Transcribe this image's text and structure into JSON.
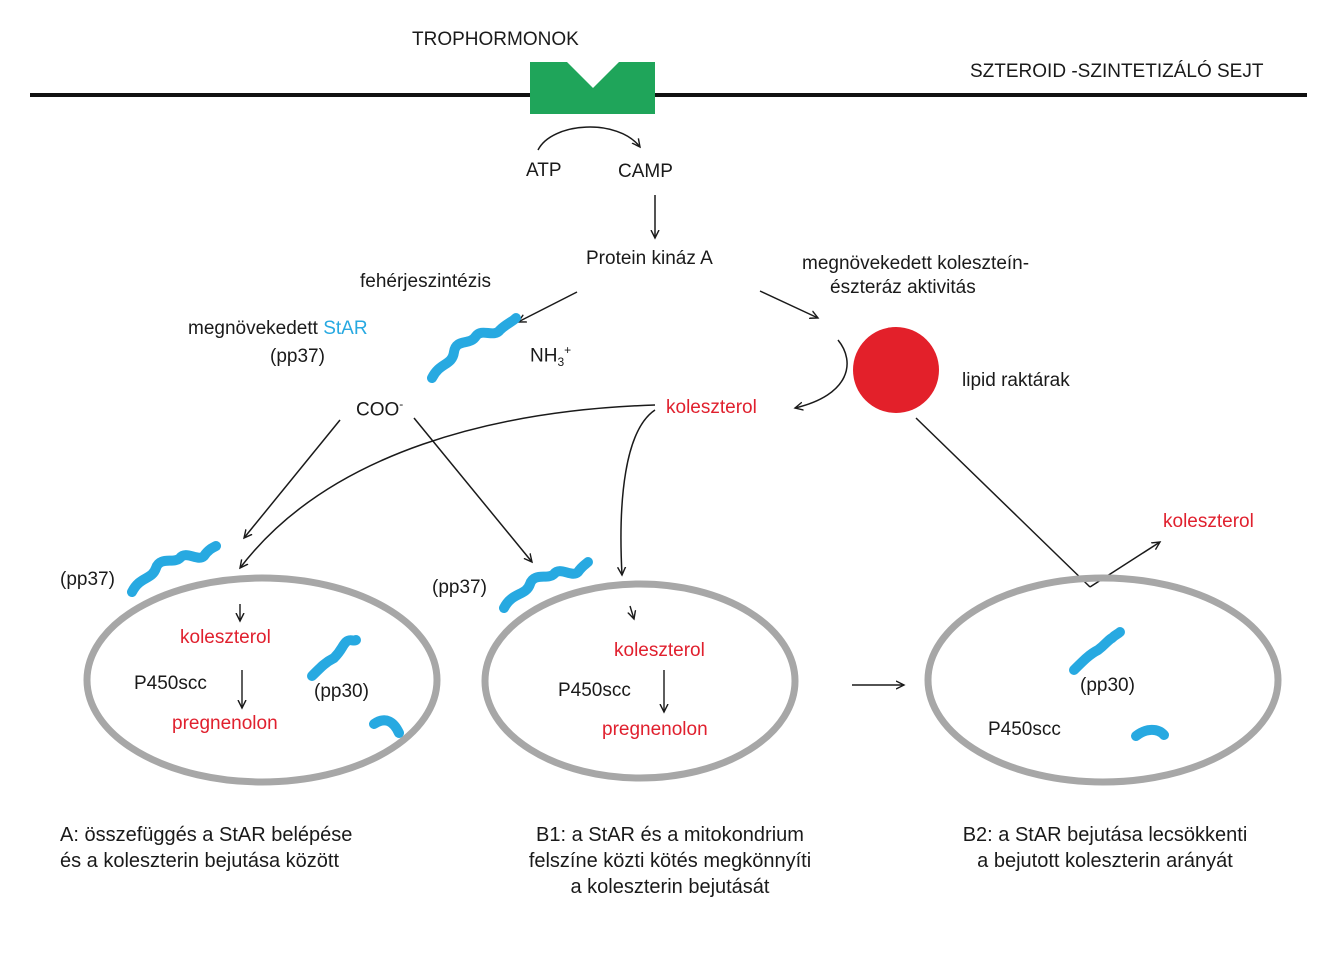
{
  "header": {
    "receptor_label": "TROPHORMONOK",
    "cell_label": "SZTEROID -SZINTETIZÁLÓ SEJT"
  },
  "cascade": {
    "atp": "ATP",
    "camp": "CAMP",
    "pka": "Protein kináz A",
    "protein_synthesis": "fehérjeszintézis",
    "esterase_line1": "megnövekedett koleszteín-",
    "esterase_line2": "észteráz aktivitás",
    "star_prefix": "megnövekedett ",
    "star": "StAR",
    "star_pp": "(pp37)",
    "nh3": "NH",
    "nh3_sub": "3",
    "nh3_sup": "+",
    "coo": "COO",
    "coo_sup": "-",
    "cholesterol": "koleszterol",
    "lipid_stores": "lipid raktárak"
  },
  "panels": {
    "a": {
      "pp37": "(pp37)",
      "cholesterol": "koleszterol",
      "enzyme": "P450scc",
      "product": "pregnenolon",
      "pp30": "(pp30)",
      "caption_line1": "A: összefüggés a StAR belépése",
      "caption_line2": "és a koleszterin bejutása között"
    },
    "b1": {
      "pp37": "(pp37)",
      "cholesterol": "koleszterol",
      "enzyme": "P450scc",
      "product": "pregnenolon",
      "caption_line1": "B1: a StAR és a mitokondrium",
      "caption_line2": "felszíne közti kötés megkönnyíti",
      "caption_line3": "a koleszterin bejutását"
    },
    "b2": {
      "cholesterol": "koleszterol",
      "pp30": "(pp30)",
      "enzyme": "P450scc",
      "caption_line1": "B2: a StAR bejutása lecsökkenti",
      "caption_line2": "a bejutott koleszterin arányát"
    }
  },
  "colors": {
    "receptor": "#1fa55a",
    "protein": "#27a9e1",
    "lipid": "#e3202a",
    "cholesterol_text": "#e0202e",
    "mitochondrion": "#a7a7a7"
  }
}
